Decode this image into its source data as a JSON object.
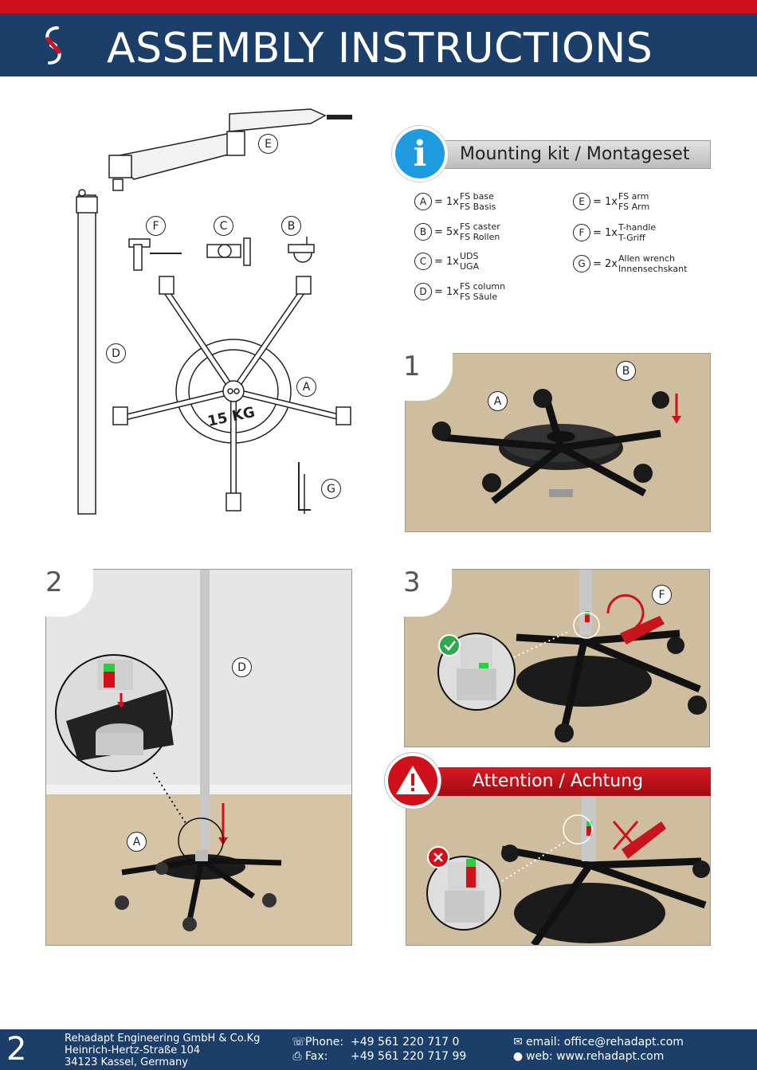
{
  "header": {
    "title": "ASSEMBLY  INSTRUCTIONS"
  },
  "diagram": {
    "callouts": [
      "E",
      "F",
      "C",
      "B",
      "D",
      "A",
      "G"
    ],
    "weight_label": "15 KG"
  },
  "mounting_kit": {
    "title": "Mounting kit / Montageset",
    "info_icon": "i",
    "items": [
      {
        "letter": "A",
        "qty": "= 1x",
        "en": "FS base",
        "de": "FS Basis"
      },
      {
        "letter": "B",
        "qty": "= 5x",
        "en": "FS caster",
        "de": "FS Rollen"
      },
      {
        "letter": "C",
        "qty": "= 1x",
        "en": "UDS",
        "de": "UGA"
      },
      {
        "letter": "D",
        "qty": "= 1x",
        "en": "FS column",
        "de": "FS Säule"
      },
      {
        "letter": "E",
        "qty": "= 1x",
        "en": "FS arm",
        "de": "FS Arm"
      },
      {
        "letter": "F",
        "qty": "= 1x",
        "en": "T-handle",
        "de": "T-Griff"
      },
      {
        "letter": "G",
        "qty": "= 2x",
        "en": "Allen wrench",
        "de": "Innensechskant"
      }
    ]
  },
  "steps": [
    {
      "number": "1",
      "callouts": [
        "A",
        "B"
      ]
    },
    {
      "number": "2",
      "callouts": [
        "D",
        "A"
      ]
    },
    {
      "number": "3",
      "callouts": [
        "F"
      ]
    }
  ],
  "attention": {
    "title": "Attention / Achtung"
  },
  "colors": {
    "brand_blue": "#1c3f6a",
    "brand_red": "#d0111b",
    "info_blue": "#1f9be0"
  },
  "footer": {
    "page_number": "2",
    "company_lines": [
      "Rehadapt Engineering GmbH & Co.Kg",
      "Heinrich-Hertz-Straße 104",
      "34123 Kassel, Germany"
    ],
    "phone_label": "Phone:",
    "phone": "+49 561 220 717 0",
    "fax_label": "Fax:",
    "fax": "+49 561 220 717 99",
    "email": "email: office@rehadapt.com",
    "web": "web: www.rehadapt.com"
  }
}
